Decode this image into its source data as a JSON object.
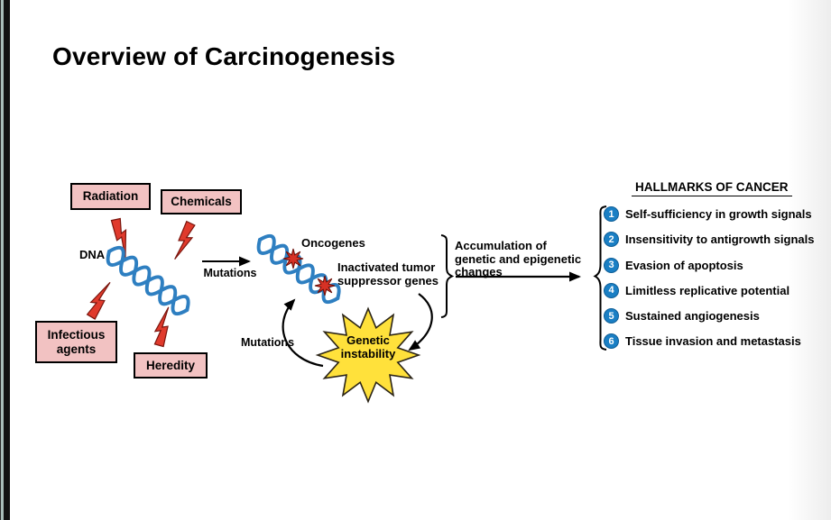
{
  "slide": {
    "title": "Overview of Carcinogenesis"
  },
  "causes": {
    "radiation": "Radiation",
    "chemicals": "Chemicals",
    "infectious_agents": "Infectious agents",
    "heredity": "Heredity"
  },
  "labels": {
    "dna": "DNA",
    "mutations_1": "Mutations",
    "mutations_2": "Mutations",
    "oncogenes": "Oncogenes",
    "inactivated_tumor_suppressor_genes": "Inactivated tumor suppressor genes",
    "genetic_instability": "Genetic instability",
    "accumulation": "Accumulation of genetic and epigenetic changes"
  },
  "hallmarks": {
    "title": "HALLMARKS OF CANCER",
    "items": [
      {
        "num": "1",
        "label": "Self-sufficiency in growth signals"
      },
      {
        "num": "2",
        "label": "Insensitivity to antigrowth signals"
      },
      {
        "num": "3",
        "label": "Evasion of apoptosis"
      },
      {
        "num": "4",
        "label": "Limitless replicative potential"
      },
      {
        "num": "5",
        "label": "Sustained angiogenesis"
      },
      {
        "num": "6",
        "label": "Tissue invasion and metastasis"
      }
    ]
  },
  "colors": {
    "cause_box_pink": "#f2c2c2",
    "lightning_bolt_red": "#e03a2c",
    "dna_blue": "#2e7fc1",
    "mutation_burst_red": "#d63125",
    "instability_star_yellow": "#ffe13b",
    "hallmark_circle_blue": "#1a7fc4"
  }
}
